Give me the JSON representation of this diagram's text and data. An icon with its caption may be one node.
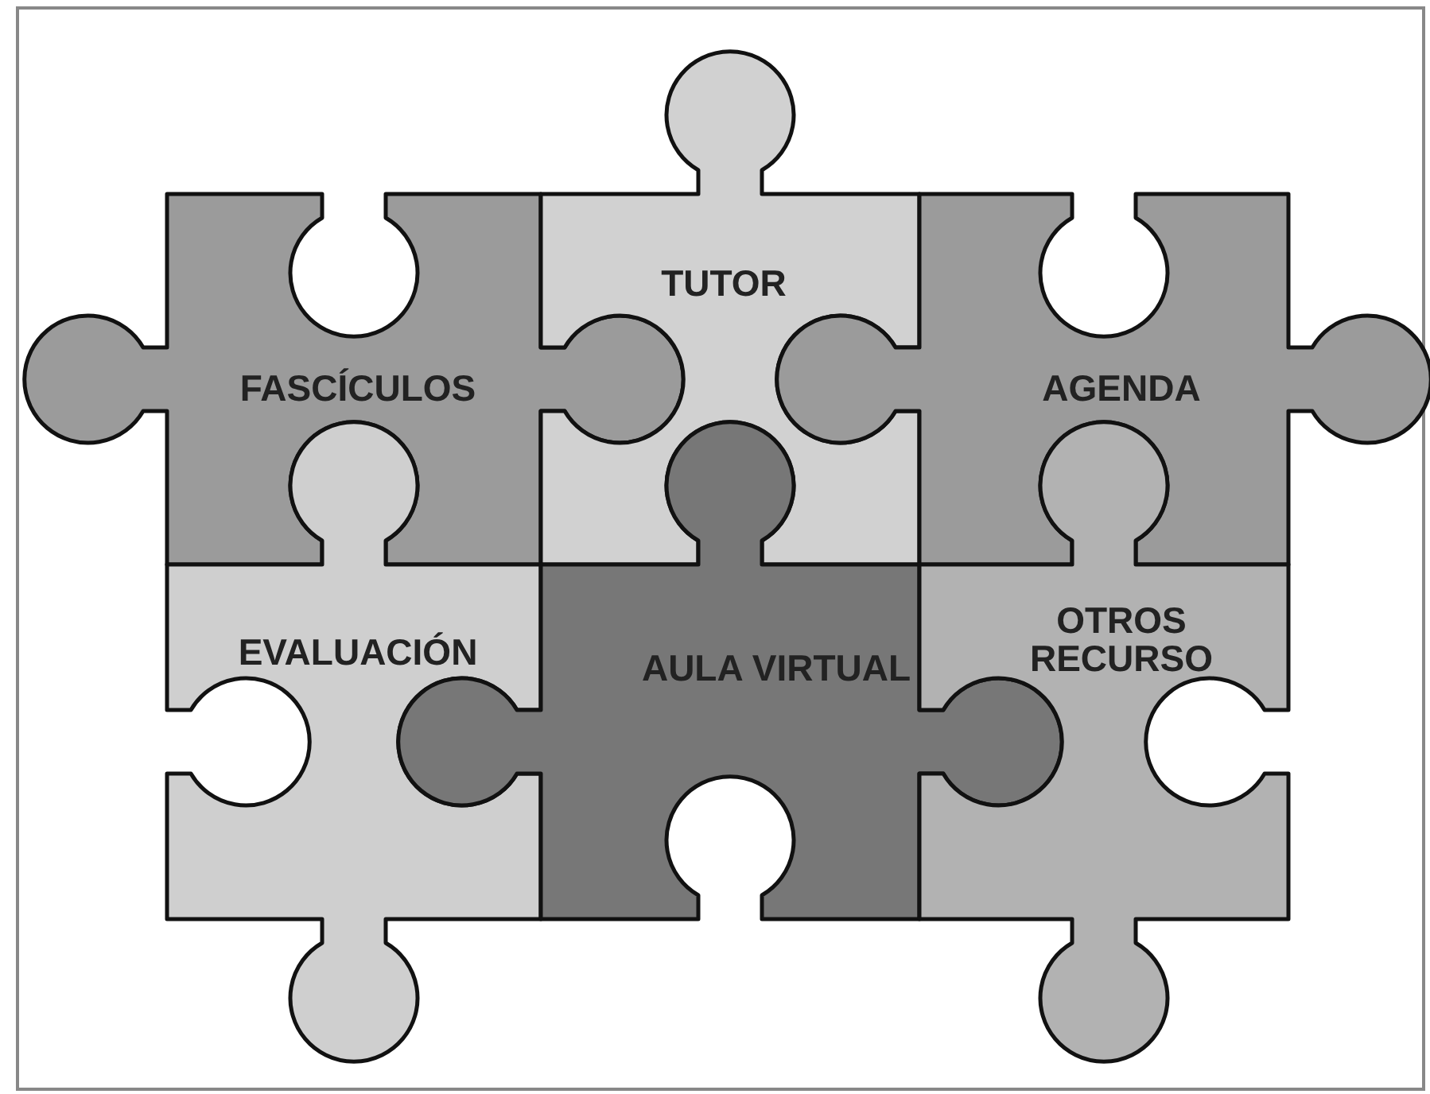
{
  "diagram": {
    "nodes": [
      {
        "text": [
          "FASCÍCULOS"
        ]
      },
      {
        "text": [
          "TUTOR"
        ]
      },
      {
        "text": [
          "AGENDA"
        ]
      },
      {
        "text": [
          "EVALUACIÓN"
        ]
      },
      {
        "text": [
          "AULA VIRTUAL"
        ]
      },
      {
        "text": [
          "OTROS RECURSO"
        ]
      }
    ]
  }
}
